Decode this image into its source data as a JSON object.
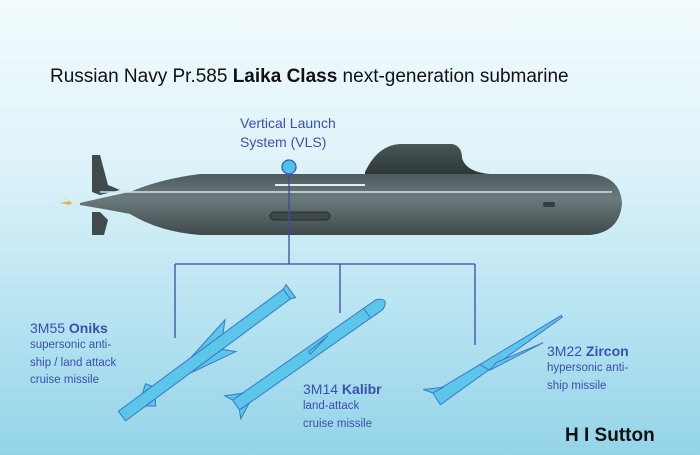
{
  "title": {
    "prefix": "Russian Navy Pr.585 ",
    "bold": "Laika Class",
    "suffix": " next-generation submarine"
  },
  "vls": {
    "line1": "Vertical Launch",
    "line2": "System (VLS)"
  },
  "missiles": [
    {
      "code": "3M55",
      "name": "Oniks",
      "desc": [
        "supersonic anti-",
        "ship / land attack",
        "cruise missile"
      ]
    },
    {
      "code": "3M14",
      "name": "Kalibr",
      "desc": [
        "land-attack",
        "cruise missile"
      ]
    },
    {
      "code": "3M22",
      "name": "Zircon",
      "desc": [
        "hypersonic anti-",
        "ship missile"
      ]
    }
  ],
  "credit": "H I Sutton",
  "colors": {
    "text": "#3d4fae",
    "missile": "#5cc6ea",
    "line": "#3a4aa8",
    "hull": "#5b6b6e"
  }
}
